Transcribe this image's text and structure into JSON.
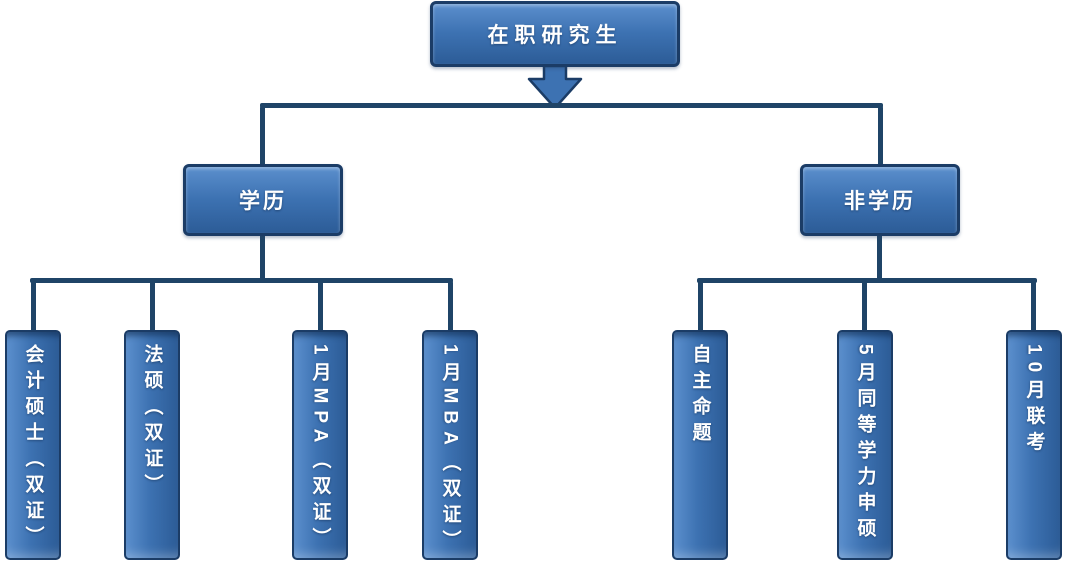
{
  "colors": {
    "background": "#ffffff",
    "node_fill": "#3d72b2",
    "node_fill_light": "#5b8fcd",
    "node_fill_dark": "#2c5c97",
    "node_border": "#1b3c66",
    "connector": "#1f4467",
    "text": "#ffffff"
  },
  "tree": {
    "root": "在职研究生",
    "branches": [
      {
        "label": "学历",
        "children": [
          "会计硕士（双证）",
          "法硕（双证）",
          "1月MPA（双证）",
          "1月MBA（双证）"
        ]
      },
      {
        "label": "非学历",
        "children": [
          "自主命题",
          "5月同等学力申硕",
          "10月联考"
        ]
      }
    ]
  }
}
